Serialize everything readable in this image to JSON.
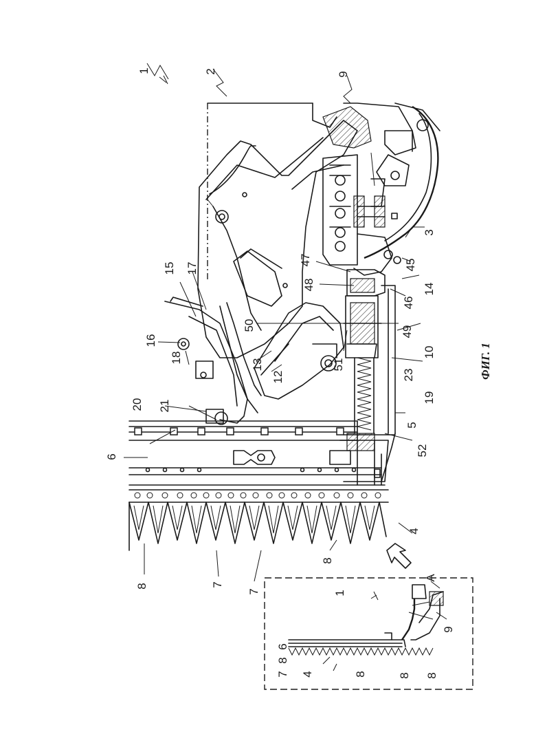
{
  "figure": {
    "caption": "ФИГ. 1",
    "rotation": "90deg-counterclockwise",
    "line_color": "#1a1a1a",
    "background": "#ffffff"
  },
  "labels": {
    "l1": "1",
    "l2": "2",
    "l3": "3",
    "l4": "4",
    "l5": "5",
    "l6": "6",
    "l7a": "7",
    "l7b": "7",
    "l8a": "8",
    "l8b": "8",
    "l9": "9",
    "l10": "10",
    "l12": "12",
    "l13": "13",
    "l14": "14",
    "l15": "15",
    "l16": "16",
    "l17": "17",
    "l18": "18",
    "l19": "19",
    "l20": "20",
    "l21": "21",
    "l23": "23",
    "l45": "45",
    "l46": "46",
    "l47": "47",
    "l48": "48",
    "l49": "49",
    "l50": "50",
    "l51": "51",
    "l52": "52"
  },
  "inset": {
    "detail_label": "A",
    "l1": "1",
    "l4": "4",
    "l6": "6",
    "l7": "7",
    "l8a": "8",
    "l8b": "8",
    "l8c": "8",
    "l8d": "8",
    "l9": "9"
  }
}
